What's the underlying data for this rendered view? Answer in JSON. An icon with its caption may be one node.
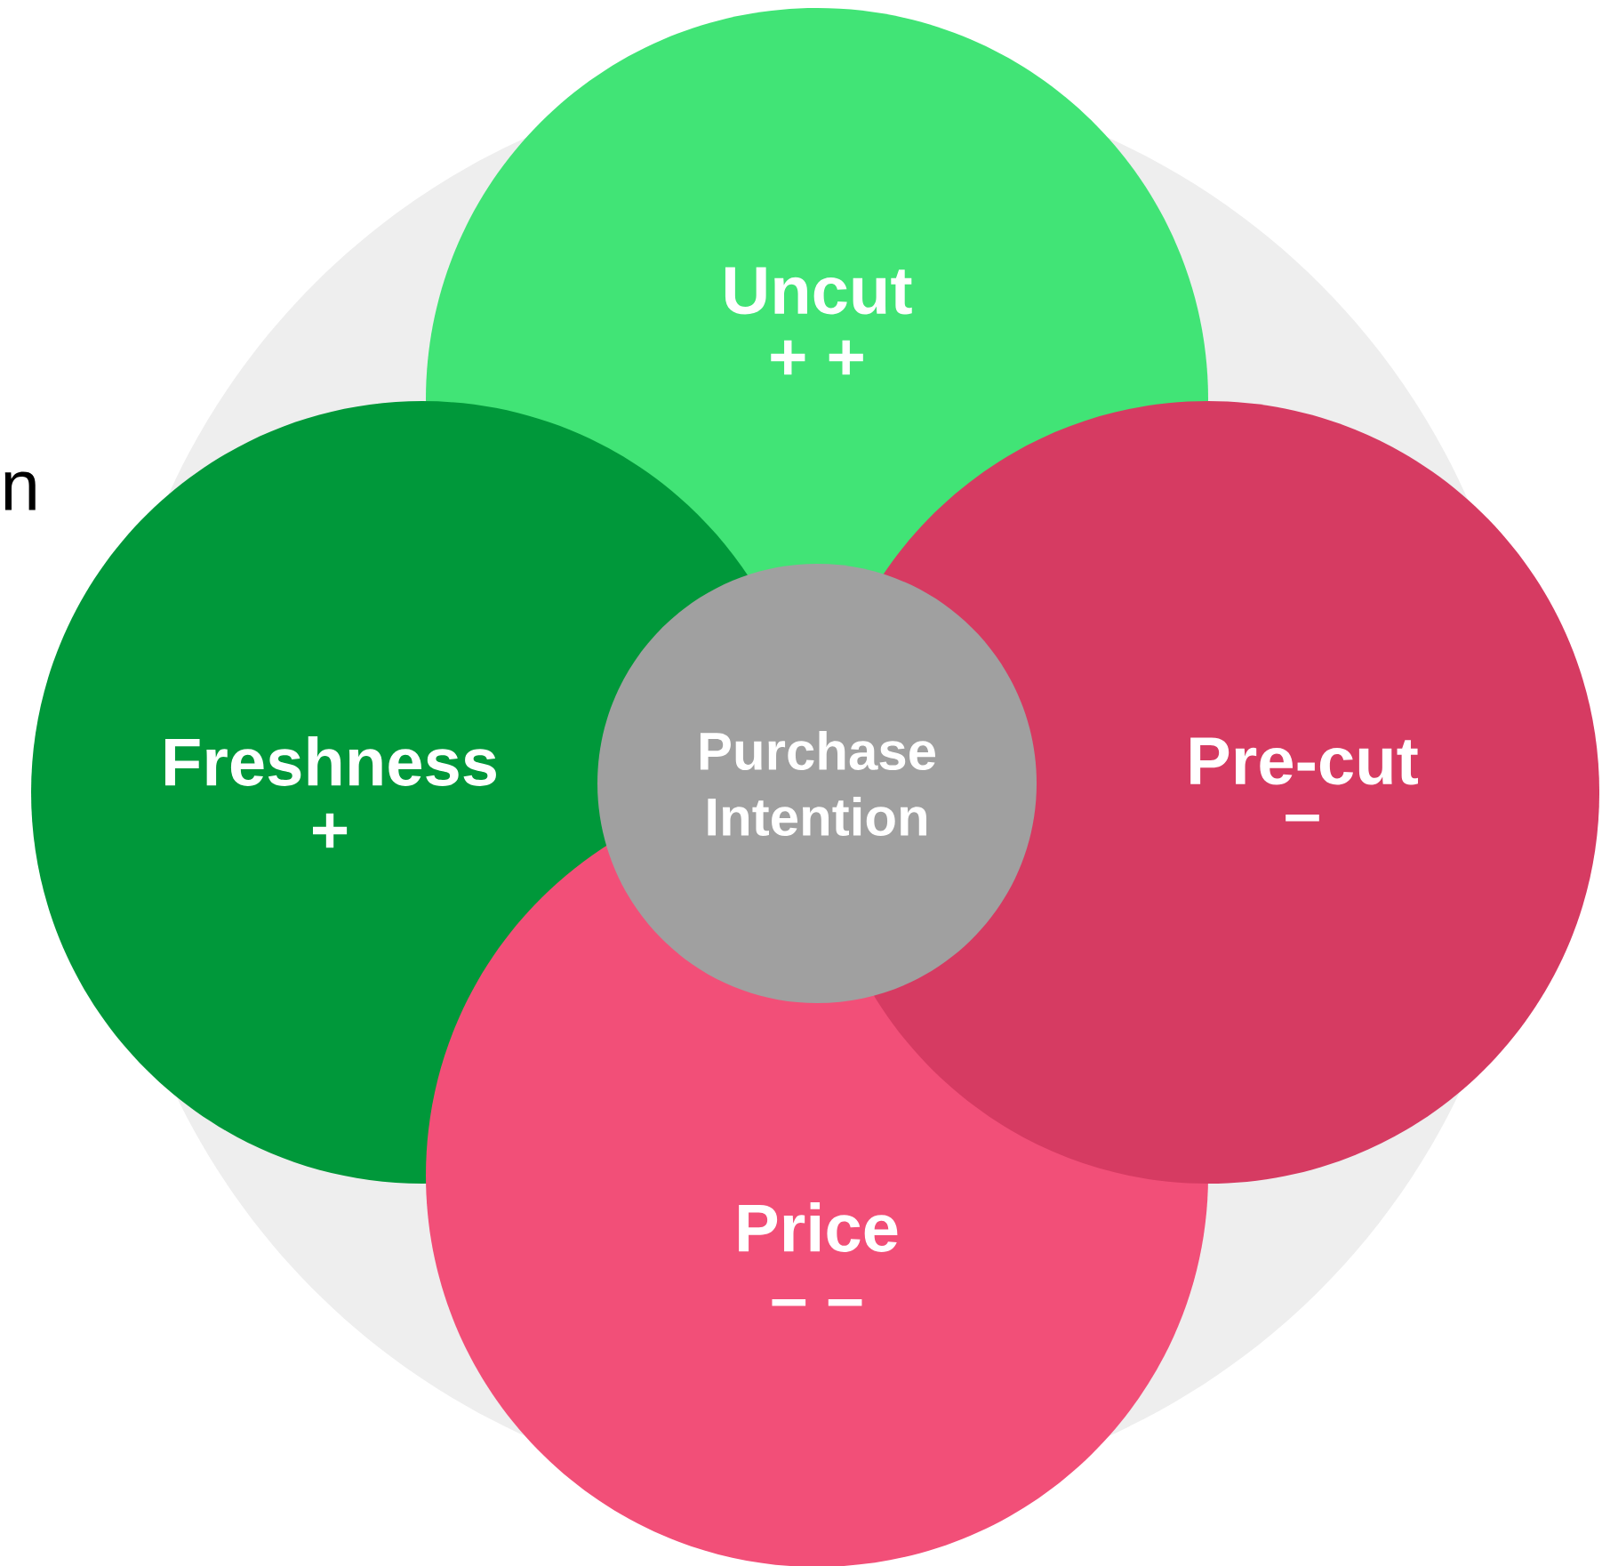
{
  "diagram": {
    "nodes": [
      {
        "text": [
          "Uncut",
          "+ +"
        ]
      },
      {
        "text": [
          "Freshness",
          "+"
        ]
      },
      {
        "text": [
          "Purchase Intention"
        ]
      },
      {
        "text": [
          "Pre-cut",
          "–"
        ]
      },
      {
        "text": [
          "Price",
          "– –"
        ]
      }
    ],
    "labels": [
      "n"
    ]
  }
}
